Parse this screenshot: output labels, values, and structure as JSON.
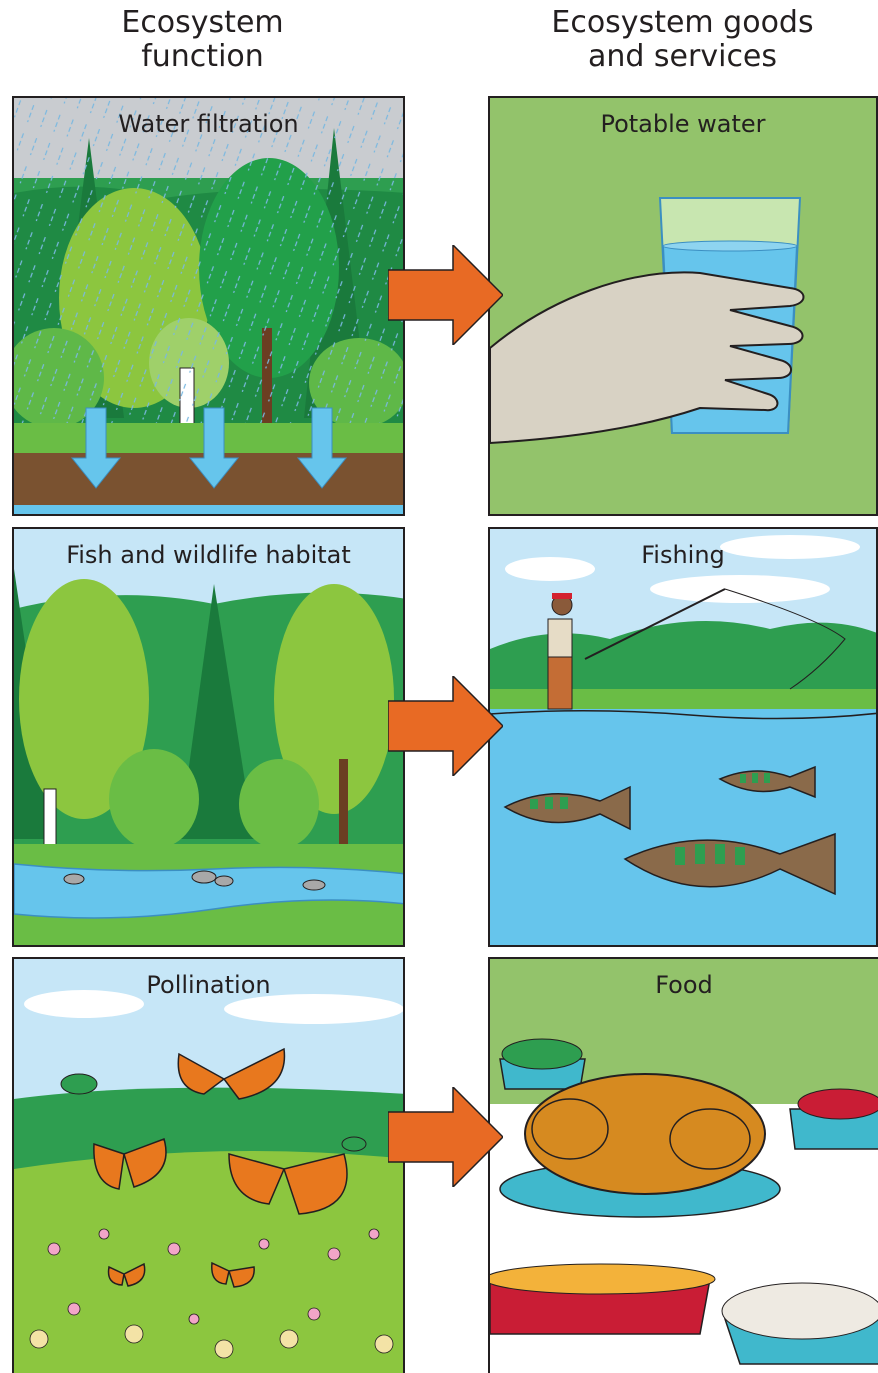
{
  "headers": {
    "left": [
      "Ecosystem",
      "function"
    ],
    "right": [
      "Ecosystem goods",
      "and services"
    ]
  },
  "rows": [
    {
      "function_label": "Water filtration",
      "service_label": "Potable water"
    },
    {
      "function_label": "Fish and wildlife habitat",
      "service_label": "Fishing"
    },
    {
      "function_label": "Pollination",
      "service_label": "Food"
    }
  ],
  "colors": {
    "arrow": "#e86a24",
    "forest_dark": "#1a7a3c",
    "forest_light": "#8cc63f",
    "sky": "#c6e6f7",
    "water": "#66c5ec",
    "panel_green": "#93c36b",
    "soil": "#7a5230"
  }
}
